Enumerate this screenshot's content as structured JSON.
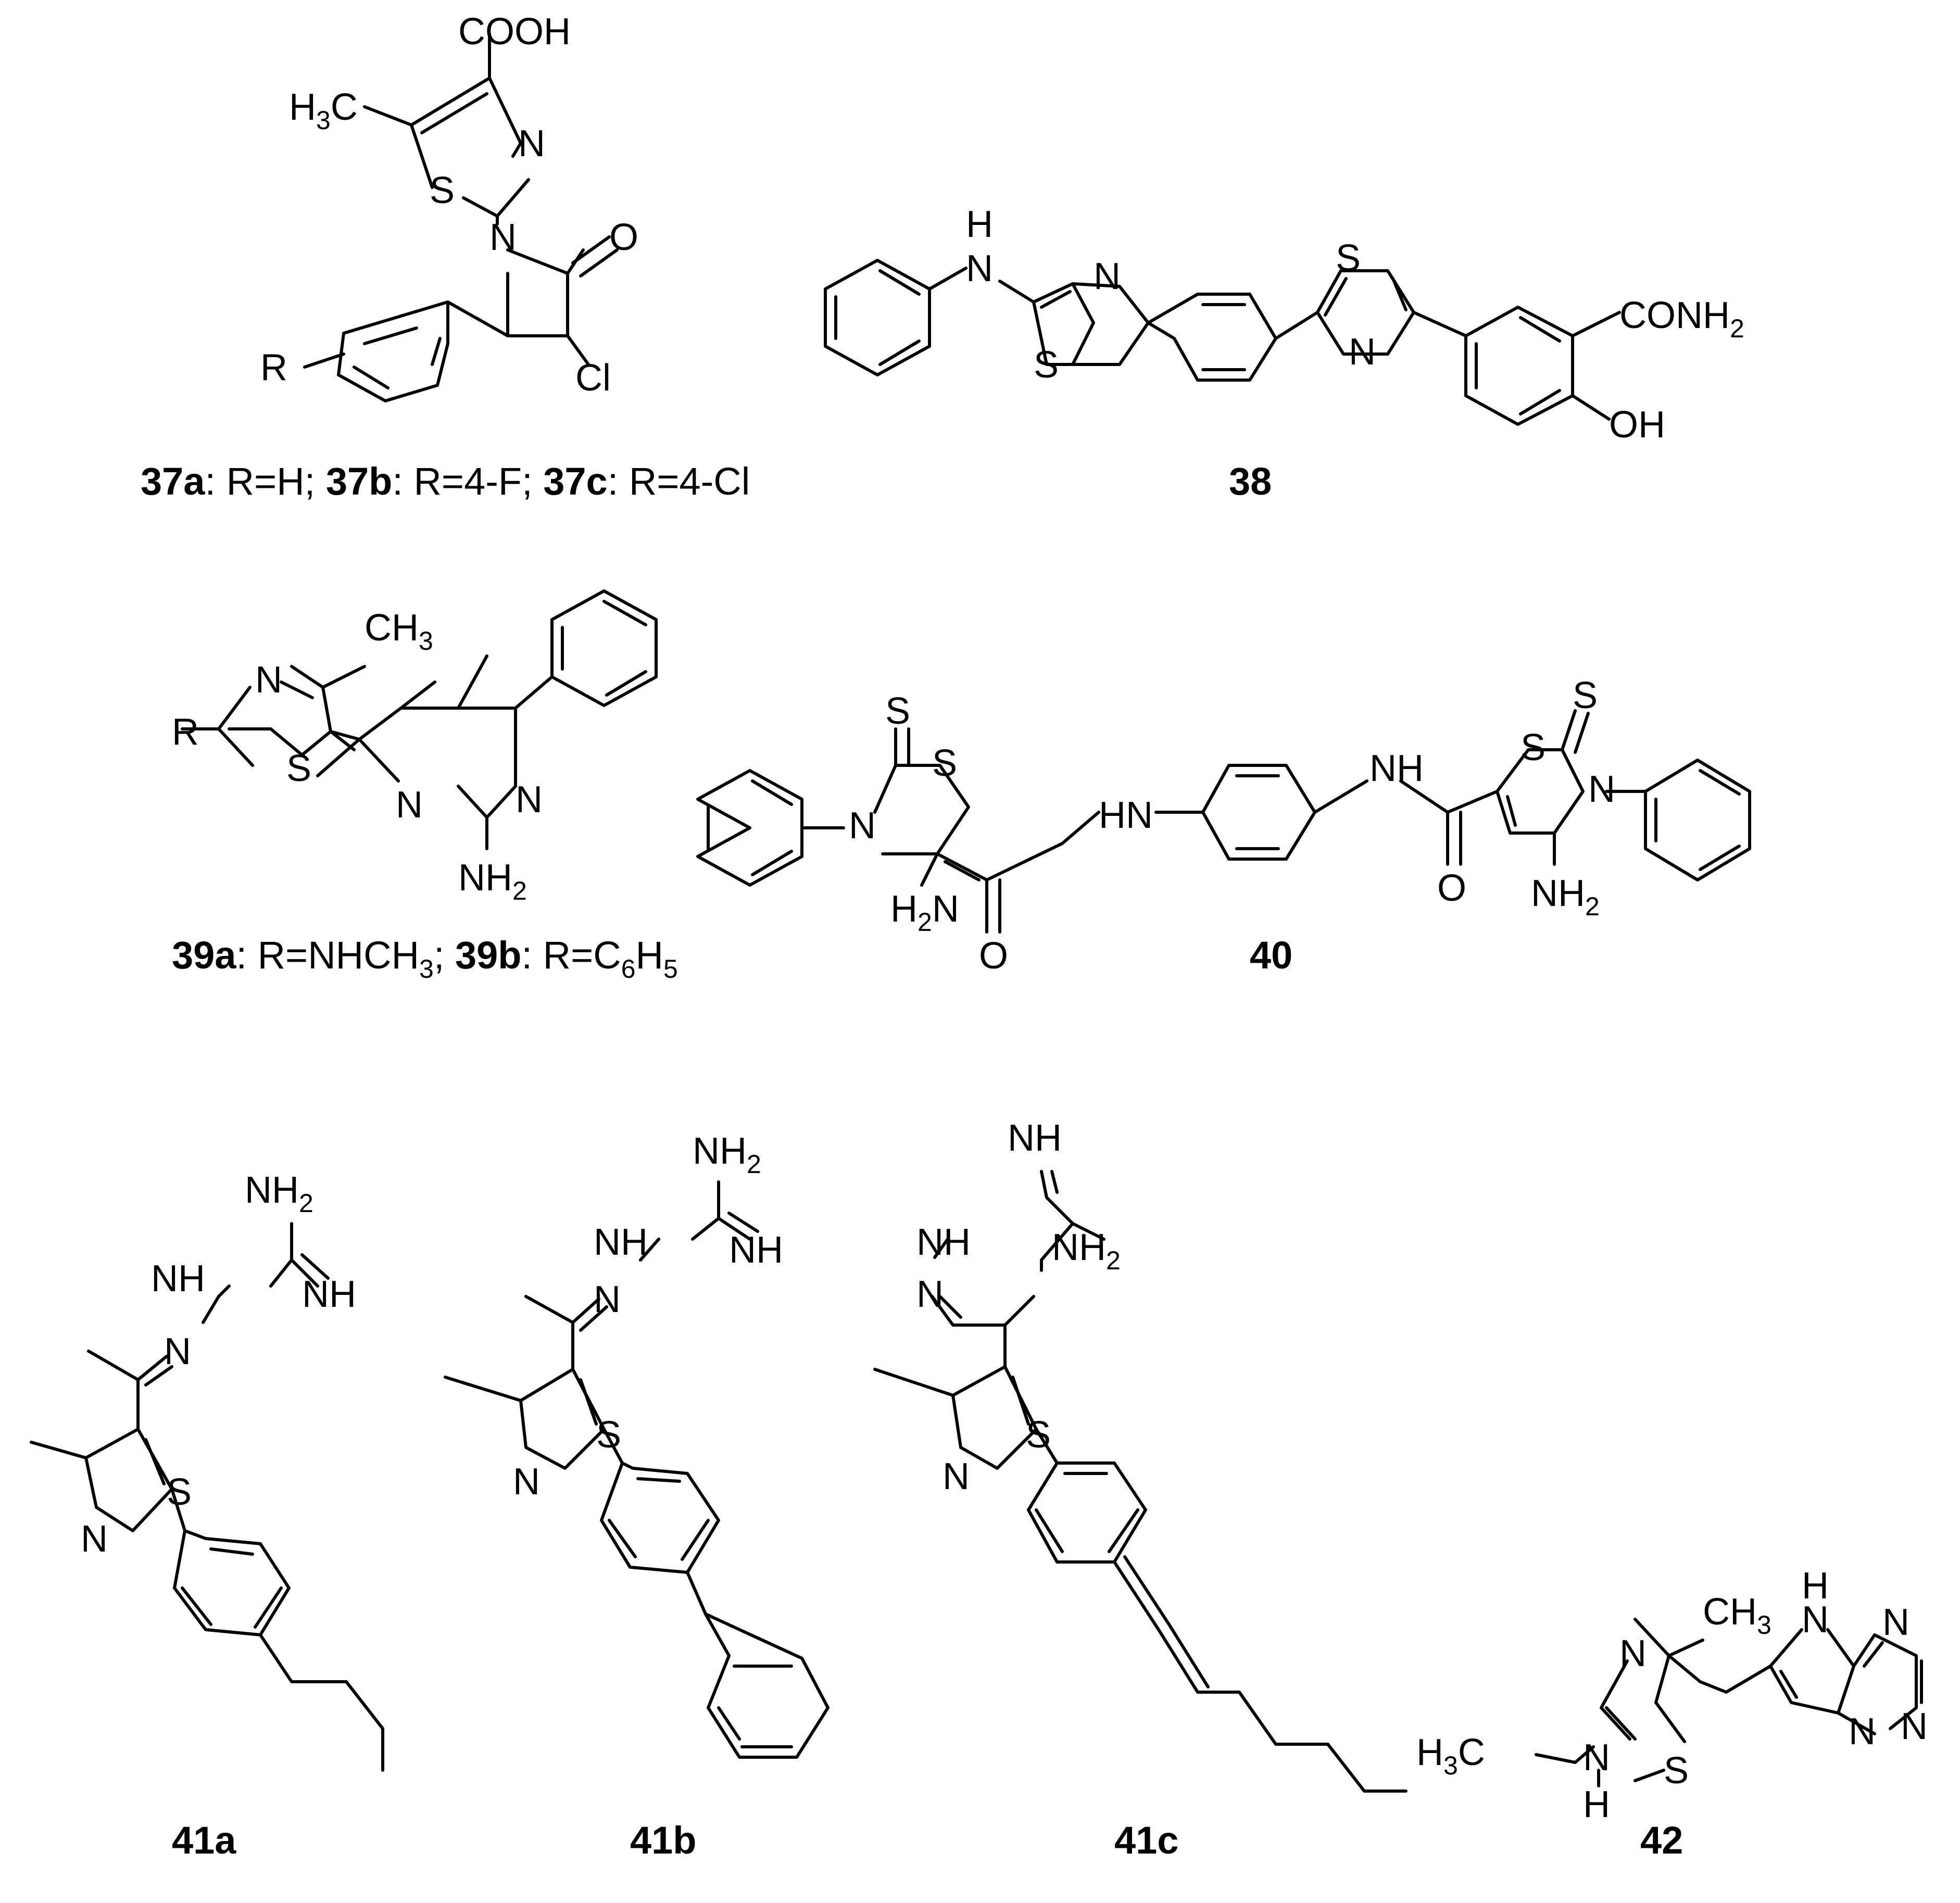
{
  "captions": {
    "c37a_id": "37a",
    "c37a_def": ": R=H; ",
    "c37b_id": "37b",
    "c37b_def": ": R=4-F; ",
    "c37c_id": "37c",
    "c37c_def": ": R=4-Cl",
    "c38": "38",
    "c39a_id": "39a",
    "c39a_def_pre": ": R=NHCH",
    "c39a_sub": "3",
    "c39a_sep": "; ",
    "c39b_id": "39b",
    "c39b_def_pre": ": R=C",
    "c39b_sub1": "6",
    "c39b_mid": "H",
    "c39b_sub2": "5",
    "c40": "40",
    "c41a": "41a",
    "c41b": "41b",
    "c41c": "41c",
    "c42": "42"
  },
  "labels": {
    "COOH": "COOH",
    "H3C": "H",
    "H3C_sub": "3",
    "H3C_C": "C",
    "CH3": "CH",
    "CH3_sub": "3",
    "N": "N",
    "S": "S",
    "O": "O",
    "Cl": "Cl",
    "R": "R",
    "H": "H",
    "HN": "HN",
    "NH": "NH",
    "NH2": "NH",
    "NH2_sub": "2",
    "H2N_H": "H",
    "H2N_sub": "2",
    "H2N_N": "N",
    "CONH2": "CONH",
    "CONH2_sub": "2",
    "OH": "OH",
    "NNH": "N",
    "NHl": "NH"
  }
}
